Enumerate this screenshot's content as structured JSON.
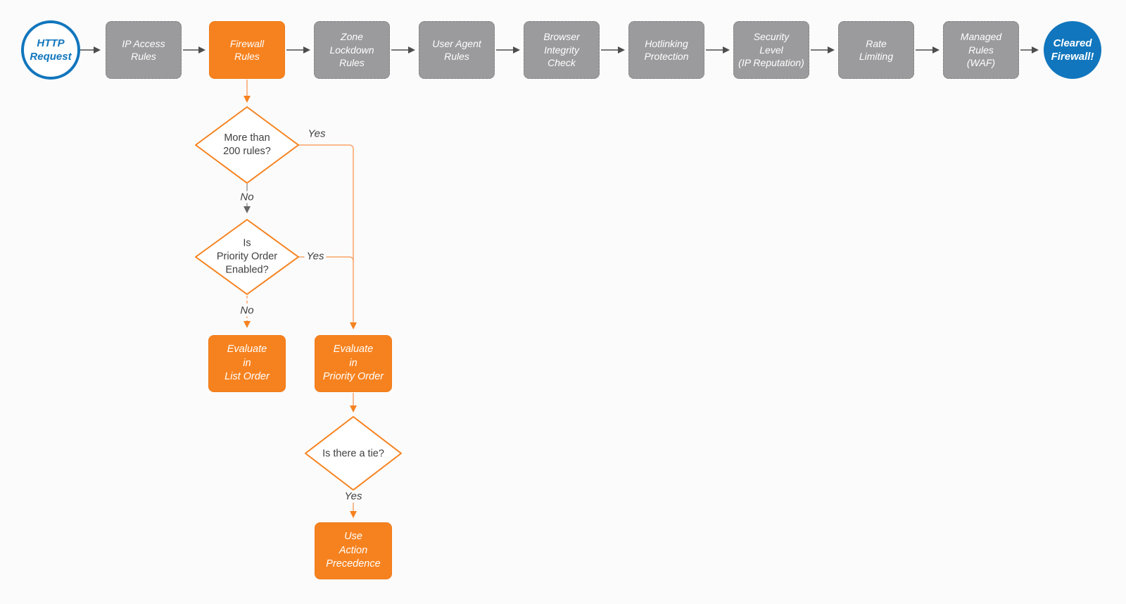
{
  "colors": {
    "accent_orange": "#F6821F",
    "orange_line": "#F9A46B",
    "gray_node": "#9B9B9D",
    "blue": "#1176BD",
    "arrow_dark": "#4D4D4D",
    "text_dark": "#3F3F3F"
  },
  "flow": {
    "start_label": "HTTP\nRequest",
    "end_label": "Cleared\nFirewall!",
    "steps": [
      {
        "label": "IP Access\nRules"
      },
      {
        "label": "Firewall\nRules"
      },
      {
        "label": "Zone\nLockdown\nRules"
      },
      {
        "label": "User Agent\nRules"
      },
      {
        "label": "Browser\nIntegrity\nCheck"
      },
      {
        "label": "Hotlinking\nProtection"
      },
      {
        "label": "Security\nLevel\n(IP Reputation)"
      },
      {
        "label": "Rate\nLimiting"
      },
      {
        "label": "Managed\nRules\n(WAF)"
      }
    ],
    "decisions": [
      {
        "label": "More than\n200 rules?"
      },
      {
        "label": "Is\nPriority Order\nEnabled?"
      },
      {
        "label": "Is there a tie?"
      }
    ],
    "actions": [
      {
        "label": "Evaluate\nin\nList Order"
      },
      {
        "label": "Evaluate\nin\nPriority Order"
      },
      {
        "label": "Use\nAction\nPrecedence"
      }
    ],
    "branch_labels": {
      "d1_yes": "Yes",
      "d1_no": "No",
      "d2_yes": "Yes",
      "d2_no": "No",
      "d3_yes": "Yes"
    }
  }
}
